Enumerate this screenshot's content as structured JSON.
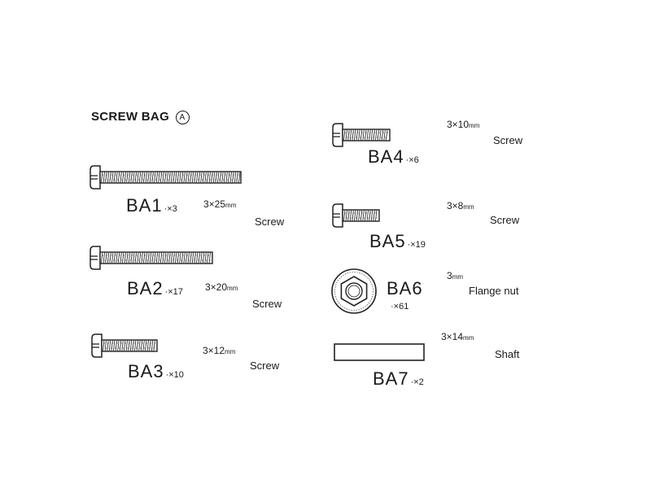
{
  "bag": {
    "title": "SCREW BAG",
    "mark": "A"
  },
  "parts": {
    "ba1": {
      "code": "BA1",
      "qty": "·×3",
      "size": "3×25",
      "unit": "mm",
      "desc": "Screw"
    },
    "ba2": {
      "code": "BA2",
      "qty": "·×17",
      "size": "3×20",
      "unit": "mm",
      "desc": "Screw"
    },
    "ba3": {
      "code": "BA3",
      "qty": "·×10",
      "size": "3×12",
      "unit": "mm",
      "desc": "Screw"
    },
    "ba4": {
      "code": "BA4",
      "qty": "·×6",
      "size": "3×10",
      "unit": "mm",
      "desc": "Screw"
    },
    "ba5": {
      "code": "BA5",
      "qty": "·×19",
      "size": "3×8",
      "unit": "mm",
      "desc": "Screw"
    },
    "ba6": {
      "code": "BA6",
      "qty": "·×61",
      "size": "3",
      "unit": "mm",
      "desc": "Flange nut"
    },
    "ba7": {
      "code": "BA7",
      "qty": "·×2",
      "size": "3×14",
      "unit": "mm",
      "desc": "Shaft"
    }
  }
}
